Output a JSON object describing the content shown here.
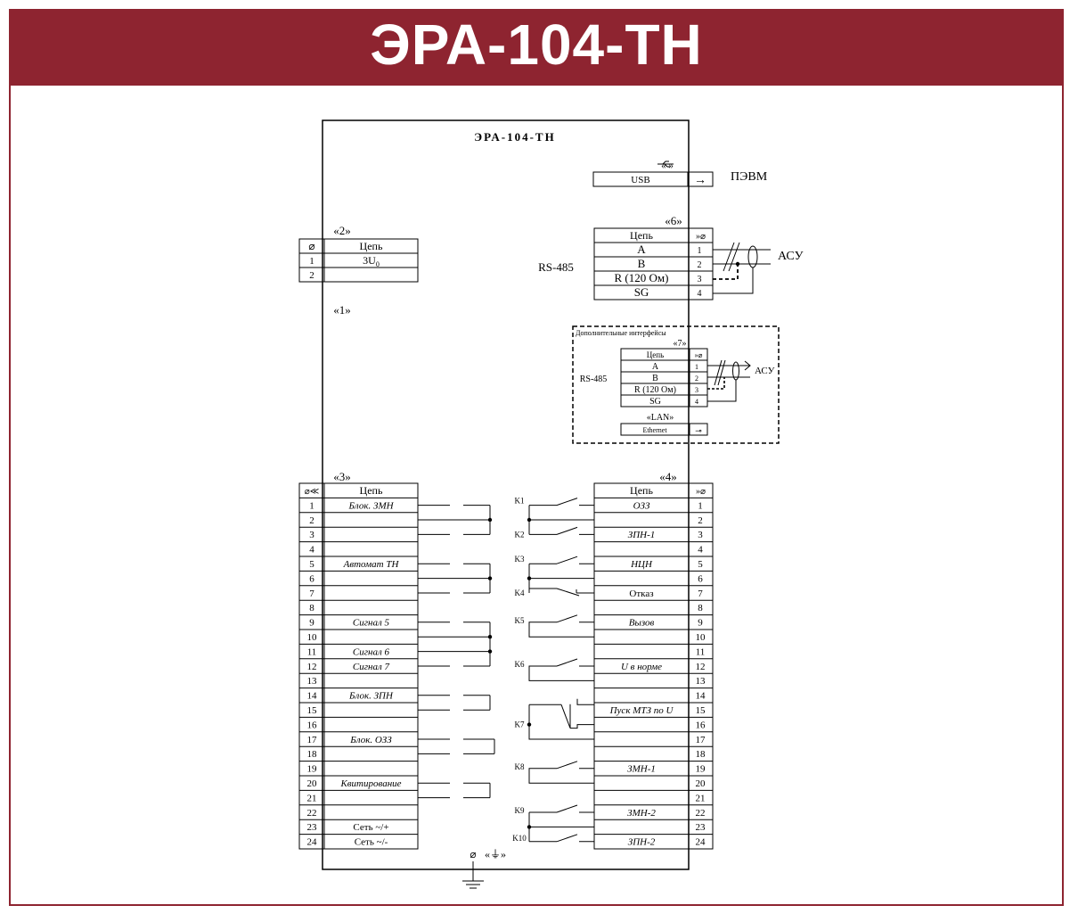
{
  "header": {
    "title": "ЭРА-104-ТН"
  },
  "colors": {
    "banner": "#8e2430",
    "line": "#000000"
  },
  "device": {
    "title": "ЭРА-104-ТН"
  },
  "usb": {
    "connector_label": "«  »",
    "port_label": "USB",
    "arrow": "→",
    "target_label": "ПЭВМ",
    "icon": "usb-icon"
  },
  "x2": {
    "label": "«2»",
    "header_symbol": "⌀",
    "header_label": "Цепь",
    "rows": [
      {
        "num": "1",
        "label": "3U",
        "sub": "0"
      },
      {
        "num": "2",
        "label": ""
      }
    ]
  },
  "x1": {
    "label": "«1»"
  },
  "x6": {
    "label": "«6»",
    "interface_label": "RS-485",
    "header_label": "Цепь",
    "header_symbol": "»⌀",
    "rows": [
      {
        "name": "A",
        "num": "1"
      },
      {
        "name": "B",
        "num": "2"
      },
      {
        "name": "R (120 Ом)",
        "num": "3"
      },
      {
        "name": "SG",
        "num": "4"
      }
    ],
    "target_label": "АСУ"
  },
  "extra": {
    "title": "Дополнительные интерфейсы",
    "x7": {
      "label": "«7»",
      "interface_label": "RS-485",
      "header_label": "Цепь",
      "header_symbol": "»⌀",
      "rows": [
        {
          "name": "A",
          "num": "1"
        },
        {
          "name": "B",
          "num": "2"
        },
        {
          "name": "R (120 Ом)",
          "num": "3"
        },
        {
          "name": "SG",
          "num": "4"
        }
      ],
      "target_label": "АСУ"
    },
    "lan": {
      "label": "«LAN»",
      "port_label": "Ethernet",
      "symbol": "⊸"
    }
  },
  "x3": {
    "label": "«3»",
    "header_symbol": "⌀≪",
    "header_label": "Цепь",
    "rows": [
      {
        "num": "1",
        "label": "Блок. ЗМН",
        "italic": true
      },
      {
        "num": "2",
        "label": ""
      },
      {
        "num": "3",
        "label": ""
      },
      {
        "num": "4",
        "label": ""
      },
      {
        "num": "5",
        "label": "Автомат ТН",
        "italic": true
      },
      {
        "num": "6",
        "label": ""
      },
      {
        "num": "7",
        "label": ""
      },
      {
        "num": "8",
        "label": ""
      },
      {
        "num": "9",
        "label": "Сигнал 5",
        "italic": true
      },
      {
        "num": "10",
        "label": ""
      },
      {
        "num": "11",
        "label": "Сигнал 6",
        "italic": true
      },
      {
        "num": "12",
        "label": "Сигнал 7",
        "italic": true
      },
      {
        "num": "13",
        "label": ""
      },
      {
        "num": "14",
        "label": "Блок. ЗПН",
        "italic": true
      },
      {
        "num": "15",
        "label": ""
      },
      {
        "num": "16",
        "label": ""
      },
      {
        "num": "17",
        "label": "Блок. ОЗЗ",
        "italic": true
      },
      {
        "num": "18",
        "label": ""
      },
      {
        "num": "19",
        "label": ""
      },
      {
        "num": "20",
        "label": "Квитирование",
        "italic": true
      },
      {
        "num": "21",
        "label": ""
      },
      {
        "num": "22",
        "label": ""
      },
      {
        "num": "23",
        "label": "Сеть ~/+",
        "italic": false
      },
      {
        "num": "24",
        "label": "Сеть ~/-",
        "italic": false
      }
    ]
  },
  "x4": {
    "label": "«4»",
    "header_label": "Цепь",
    "header_symbol": "»⌀",
    "rows": [
      {
        "num": "1",
        "label": "ОЗЗ",
        "italic": true
      },
      {
        "num": "2",
        "label": ""
      },
      {
        "num": "3",
        "label": "ЗПН-1",
        "italic": true
      },
      {
        "num": "4",
        "label": ""
      },
      {
        "num": "5",
        "label": "НЦН",
        "italic": true
      },
      {
        "num": "6",
        "label": ""
      },
      {
        "num": "7",
        "label": "Отказ",
        "italic": false
      },
      {
        "num": "8",
        "label": ""
      },
      {
        "num": "9",
        "label": "Вызов",
        "italic": true
      },
      {
        "num": "10",
        "label": ""
      },
      {
        "num": "11",
        "label": ""
      },
      {
        "num": "12",
        "label": "U в норме",
        "italic": true
      },
      {
        "num": "13",
        "label": ""
      },
      {
        "num": "14",
        "label": ""
      },
      {
        "num": "15",
        "label": "Пуск МТЗ по U",
        "italic": true
      },
      {
        "num": "16",
        "label": ""
      },
      {
        "num": "17",
        "label": ""
      },
      {
        "num": "18",
        "label": ""
      },
      {
        "num": "19",
        "label": "ЗМН-1",
        "italic": true
      },
      {
        "num": "20",
        "label": ""
      },
      {
        "num": "21",
        "label": ""
      },
      {
        "num": "22",
        "label": "ЗМН-2",
        "italic": true
      },
      {
        "num": "23",
        "label": ""
      },
      {
        "num": "24",
        "label": "ЗПН-2",
        "italic": true
      }
    ],
    "relays": [
      "K1",
      "K2",
      "K3",
      "K4",
      "K5",
      "K6",
      "K7",
      "K8",
      "K9",
      "K10"
    ]
  },
  "ground": {
    "symbol": "⌀",
    "label": "«⏚»"
  }
}
